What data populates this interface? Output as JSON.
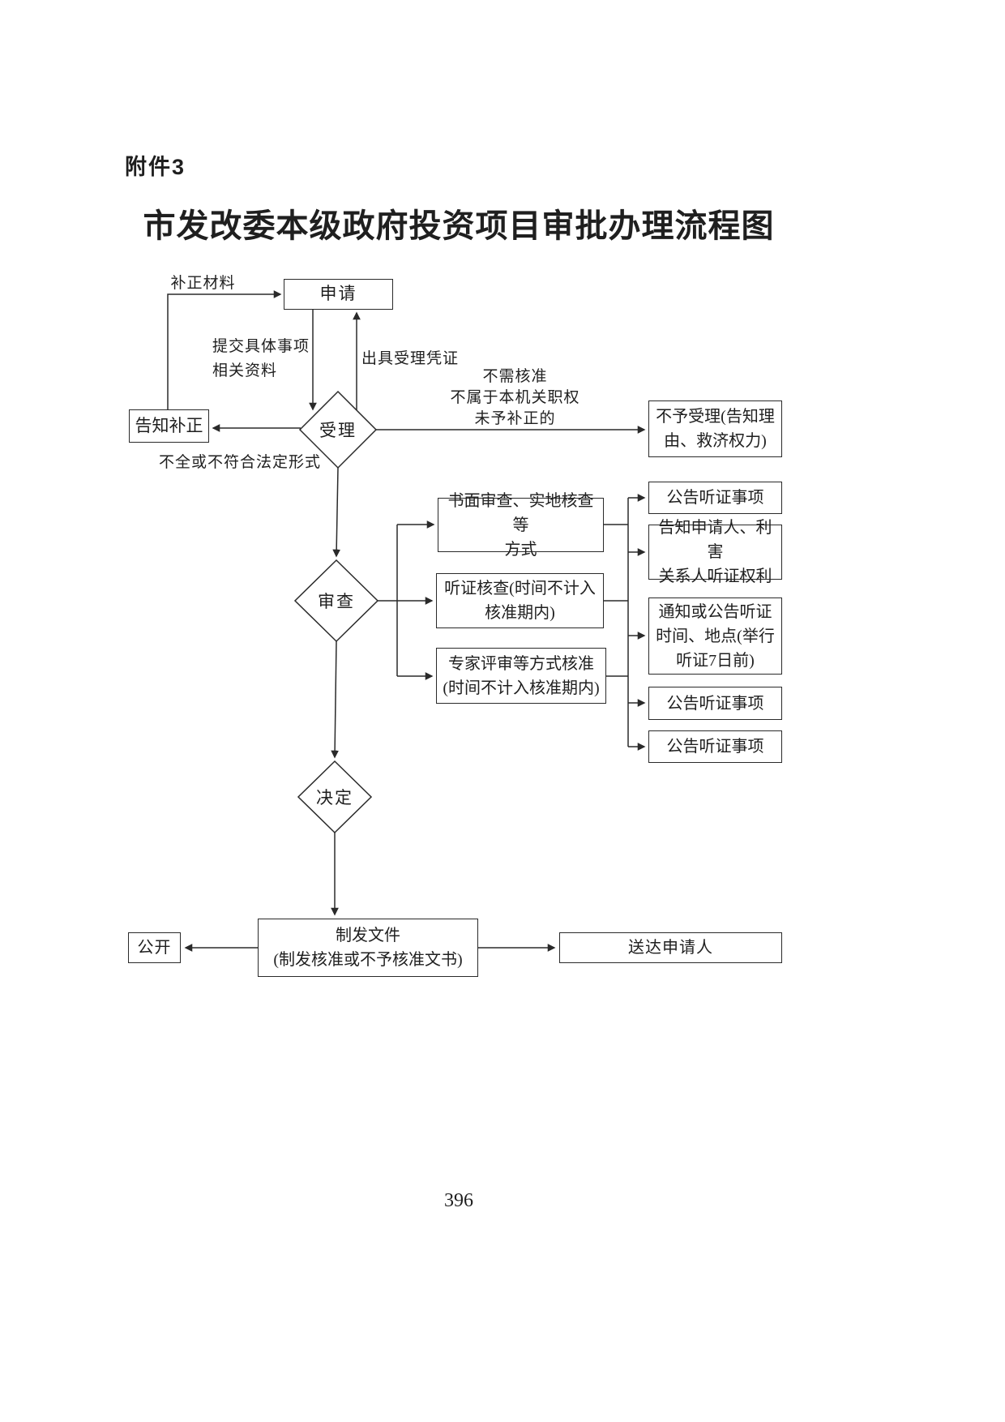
{
  "page": {
    "attachment": "附件3",
    "title": "市发改委本级政府投资项目审批办理流程图",
    "page_number": "396"
  },
  "nodes": {
    "apply": "申请",
    "accept": "受理",
    "review": "审查",
    "decide": "决定",
    "notify_correction": "告知补正",
    "not_accept": "不予受理(告知理\n由、救济权力)",
    "written_review": "书面审查、实地核查等\n方式",
    "hearing_check": "听证核查(时间不计入\n核准期内)",
    "expert_review": "专家评审等方式核准\n(时间不计入核准期内)",
    "announce_items_1": "公告听证事项",
    "inform_rights": "告知申请人、利害\n关系人听证权利",
    "notify_time_place": "通知或公告听证\n时间、地点(举行\n听证7日前)",
    "announce_items_2": "公告听证事项",
    "announce_items_3": "公告听证事项",
    "issue_document": "制发文件\n(制发核准或不予核准文书)",
    "publicize": "公开",
    "deliver": "送达申请人"
  },
  "edge_labels": {
    "supplement_materials": "补正材料",
    "submit_materials": "提交具体事项\n相关资料",
    "issue_receipt": "出具受理凭证",
    "incomplete": "不全或不符合法定形式",
    "not_accept_reasons": "不需核准\n不属于本机关职权\n未予补正的"
  }
}
